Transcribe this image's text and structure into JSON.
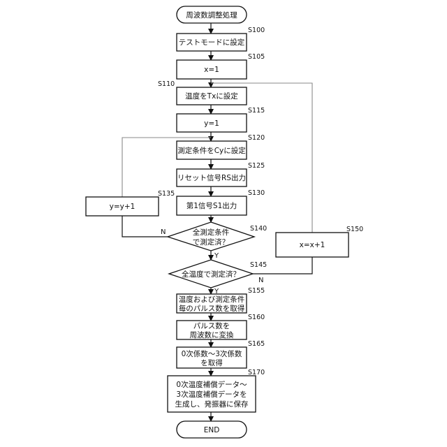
{
  "flowchart": {
    "start": "周波数調整処理",
    "end": "END",
    "steps": {
      "s100": {
        "id": "S100",
        "text": [
          "テストモードに設定"
        ]
      },
      "s105": {
        "id": "S105",
        "text": [
          "x=1"
        ]
      },
      "s110": {
        "id": "S110",
        "text": [
          "温度をTxに設定"
        ]
      },
      "s115": {
        "id": "S115",
        "text": [
          "y=1"
        ]
      },
      "s120": {
        "id": "S120",
        "text": [
          "測定条件をCyに設定"
        ]
      },
      "s125": {
        "id": "S125",
        "text": [
          "リセット信号RS出力"
        ]
      },
      "s130": {
        "id": "S130",
        "text": [
          "第1信号S1出力"
        ]
      },
      "s135": {
        "id": "S135",
        "text": [
          "y=y+1"
        ]
      },
      "s140": {
        "id": "S140",
        "text": [
          "全測定条件",
          "で測定済？"
        ]
      },
      "s145": {
        "id": "S145",
        "text": [
          "全温度で測定済？"
        ]
      },
      "s150": {
        "id": "S150",
        "text": [
          "x=x+1"
        ]
      },
      "s155": {
        "id": "S155",
        "text": [
          "温度および測定条件",
          "毎のパルス数を取得"
        ]
      },
      "s160": {
        "id": "S160",
        "text": [
          "パルス数を",
          "周波数に変換"
        ]
      },
      "s165": {
        "id": "S165",
        "text": [
          "0次係数～3次係数",
          "を取得"
        ]
      },
      "s170": {
        "id": "S170",
        "text": [
          "0次温度補償データ～",
          "3次温度補償データを",
          "生成し、発振器に保存"
        ]
      }
    },
    "branch": {
      "yes": "Y",
      "no": "N"
    }
  }
}
